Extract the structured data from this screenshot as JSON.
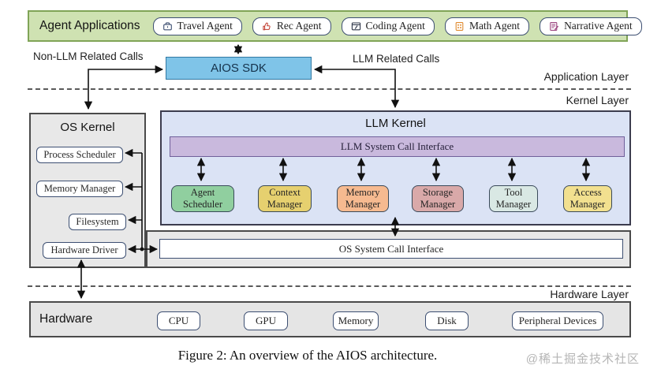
{
  "agent_applications": {
    "title": "Agent Applications",
    "agents": [
      {
        "label": "Travel Agent",
        "icon": "briefcase-icon",
        "icon_color": "#3d4f72"
      },
      {
        "label": "Rec Agent",
        "icon": "thumbs-up-icon",
        "icon_color": "#c0392b"
      },
      {
        "label": "Coding Agent",
        "icon": "code-window-icon",
        "icon_color": "#2c3547"
      },
      {
        "label": "Math Agent",
        "icon": "calculator-icon",
        "icon_color": "#e08a2e"
      },
      {
        "label": "Narrative Agent",
        "icon": "document-pen-icon",
        "icon_color": "#9c4680"
      }
    ]
  },
  "sdk": {
    "label": "AIOS SDK",
    "left_call_label": "Non-LLM Related Calls",
    "right_call_label": "LLM Related Calls"
  },
  "layers": {
    "application": "Application Layer",
    "kernel": "Kernel Layer",
    "hardware": "Hardware Layer"
  },
  "os_kernel": {
    "title": "OS Kernel",
    "modules": [
      {
        "label": "Process Scheduler"
      },
      {
        "label": "Memory Manager"
      },
      {
        "label": "Filesystem"
      },
      {
        "label": "Hardware Driver"
      }
    ],
    "syscall_label": "OS System Call Interface"
  },
  "llm_kernel": {
    "title": "LLM Kernel",
    "syscall_label": "LLM System Call Interface",
    "managers": [
      {
        "label": "Agent Scheduler",
        "color": "#90cf9f"
      },
      {
        "label": "Context Manager",
        "color": "#e6d06f"
      },
      {
        "label": "Memory Manager",
        "color": "#f6ba90"
      },
      {
        "label": "Storage Manager",
        "color": "#d9a9a9"
      },
      {
        "label": "Tool Manager",
        "color": "#d9e8e4"
      },
      {
        "label": "Access Manager",
        "color": "#f2e08f"
      }
    ]
  },
  "hardware": {
    "title": "Hardware",
    "devices": [
      {
        "label": "CPU"
      },
      {
        "label": "GPU"
      },
      {
        "label": "Memory"
      },
      {
        "label": "Disk"
      },
      {
        "label": "Peripheral Devices"
      }
    ]
  },
  "caption": "Figure 2: An overview of the AIOS architecture.",
  "watermark": "@稀土掘金技术社区",
  "colors": {
    "app_bar_fill": "#cfe2b2",
    "app_bar_border": "#80a457",
    "sdk_fill": "#7fc4e8",
    "llm_kernel_fill": "#dbe3f5",
    "llm_syscall_fill": "#c9b9dd",
    "gray_fill": "#e8e8e8",
    "chip_border": "#3d4f72"
  }
}
